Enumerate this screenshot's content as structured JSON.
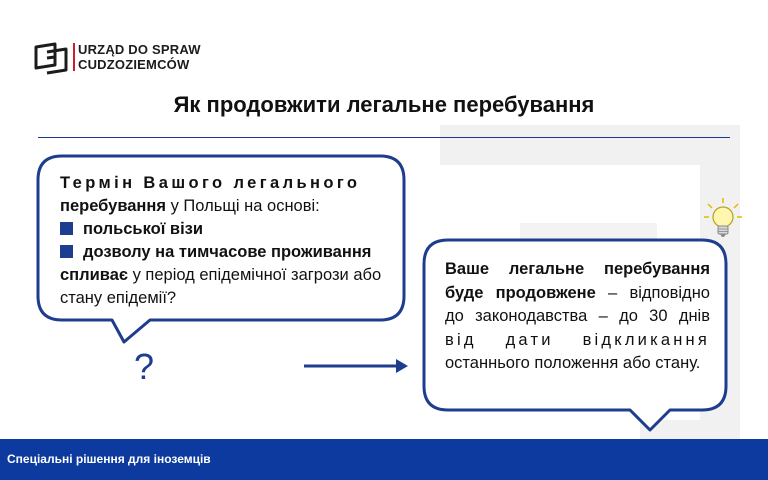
{
  "logo": {
    "line1": "URZĄD DO SPRAW",
    "line2": "CUDZOZIEMCÓW"
  },
  "title": "Як продовжити легальне перебування",
  "left_bubble": {
    "heading_spaced": "Термін Вашого легального",
    "heading_bold": "перебування",
    "heading_rest": " у Польщі на основі:",
    "items": [
      "польської візи",
      "дозволу на тимчасове проживання"
    ],
    "expire_bold": "спливає",
    "expire_rest": " у період епідемічної загрози або стану епідемії?"
  },
  "question_mark": "?",
  "right_bubble": {
    "bold": "Ваше легальне перебування буде продовжене",
    "rest": " – відповідно до законодавства  – до 30 днів",
    "wide": "від дати відкликання",
    "end": "останнього положення або стану."
  },
  "footer": {
    "text": "Спеціальні рішення для іноземців"
  },
  "colors": {
    "navy": "#1e3d8f",
    "footer_bg": "#0d3a9e",
    "logo_red": "#d1192f"
  },
  "icons": [
    "logo-icon",
    "lightbulb-icon",
    "arrow-right-icon"
  ]
}
